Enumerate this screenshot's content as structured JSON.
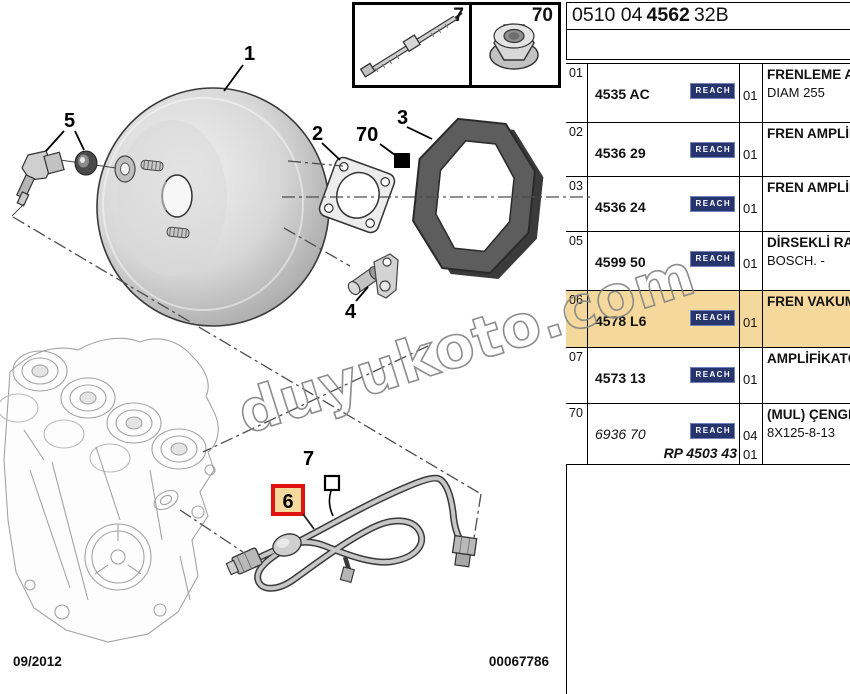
{
  "header": {
    "code_prefix": "0510 04",
    "code_bold": "4562",
    "code_suffix": "32B"
  },
  "thumbnails": [
    {
      "label": "7",
      "icon": "cable-tie"
    },
    {
      "label": "70",
      "icon": "flange-nut"
    }
  ],
  "table": {
    "rows": [
      {
        "ref": "01",
        "part": "4535 AC",
        "badge": "REACH",
        "qty": "01",
        "desc1": "FRENLEME AM",
        "desc2": "DIAM 255",
        "highlight": false
      },
      {
        "ref": "02",
        "part": "4536 29",
        "badge": "REACH",
        "qty": "01",
        "desc1": "FREN AMPLİF",
        "desc2": "",
        "highlight": false
      },
      {
        "ref": "03",
        "part": "4536 24",
        "badge": "REACH",
        "qty": "01",
        "desc1": "FREN AMPLİF",
        "desc2": "",
        "highlight": false
      },
      {
        "ref": "05",
        "part": "4599 50",
        "badge": "REACH",
        "qty": "01",
        "desc1": "DİRSEKLİ RAK",
        "desc2": "BOSCH. -",
        "highlight": false
      },
      {
        "ref": "06",
        "part": "4578 L6",
        "badge": "REACH",
        "qty": "01",
        "desc1": "FREN VAKUM",
        "desc2": "",
        "highlight": true
      },
      {
        "ref": "07",
        "part": "4573 13",
        "badge": "REACH",
        "qty": "01",
        "desc1": "AMPLİFİKATÖ",
        "desc2": "",
        "highlight": false
      },
      {
        "ref": "70",
        "part": "6936 70",
        "badge": "REACH",
        "qty": "04",
        "qty2": "01",
        "part_alt": "RP 4503 43",
        "desc1": "(MUL) ÇENGE",
        "desc2": "8X125-8-13",
        "highlight": false,
        "italic": true
      }
    ]
  },
  "diagram": {
    "callout_booster": "1",
    "callout_gasket": "2",
    "callout_seal": "3",
    "callout_bracket": "4",
    "callout_union": "5",
    "callout_pipe": "6",
    "callout_clip": "7",
    "callout_nut_marker": "70",
    "watermark": "duyukoto.com"
  },
  "footer": {
    "date": "09/2012",
    "doc_number": "00067786"
  },
  "colors": {
    "row_highlight": "#f5d99c",
    "reach_badge_bg": "#26356e",
    "callout_red": "#e11212"
  }
}
